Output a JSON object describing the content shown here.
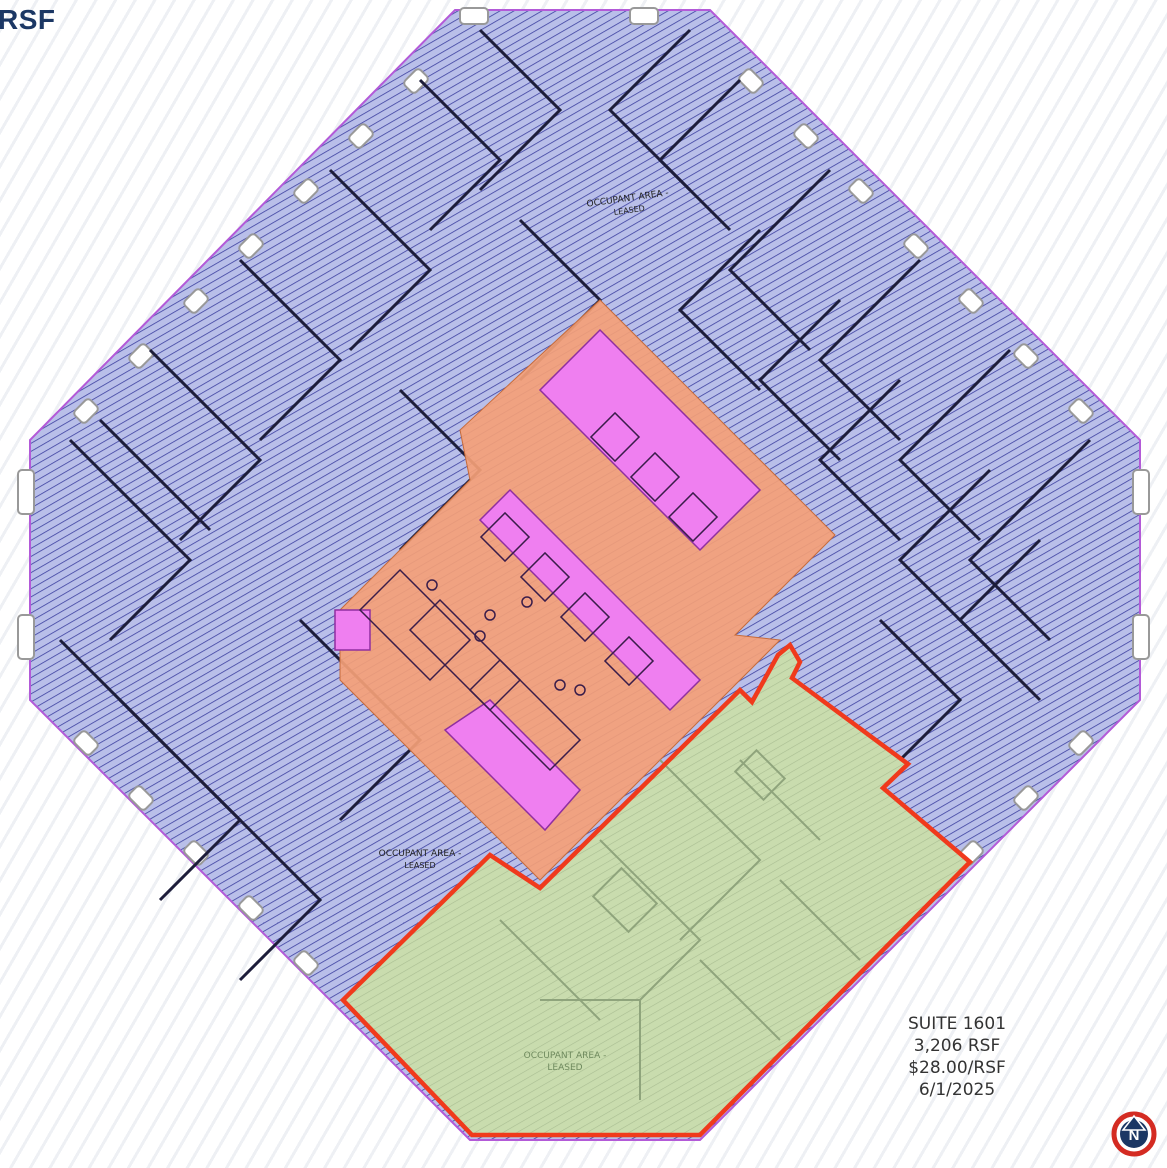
{
  "header": {
    "title_fragment": "RSF"
  },
  "plan": {
    "colors": {
      "occupant": "#b7bde8",
      "occupant_hatch": "#3b3f9a",
      "core_corridor": "#f4a077",
      "core_services": "#ef7ff0",
      "available_suite": "#c9dcae",
      "suite_outline": "#f03a1c",
      "wall": "#1d1d3a"
    },
    "occupant_areas": [
      {
        "label": "OCCUPANT AREA -",
        "status": "LEASED"
      },
      {
        "label": "OCCUPANT AREA -",
        "status": "LEASED"
      },
      {
        "label": "OCCUPANT AREA -",
        "status": "LEASED"
      }
    ]
  },
  "suite": {
    "name": "SUITE 1601",
    "area": "3,206 RSF",
    "rate": "$28.00/RSF",
    "date": "6/1/2025"
  },
  "compass": {
    "icon": "north-arrow-icon",
    "letter": "N"
  }
}
